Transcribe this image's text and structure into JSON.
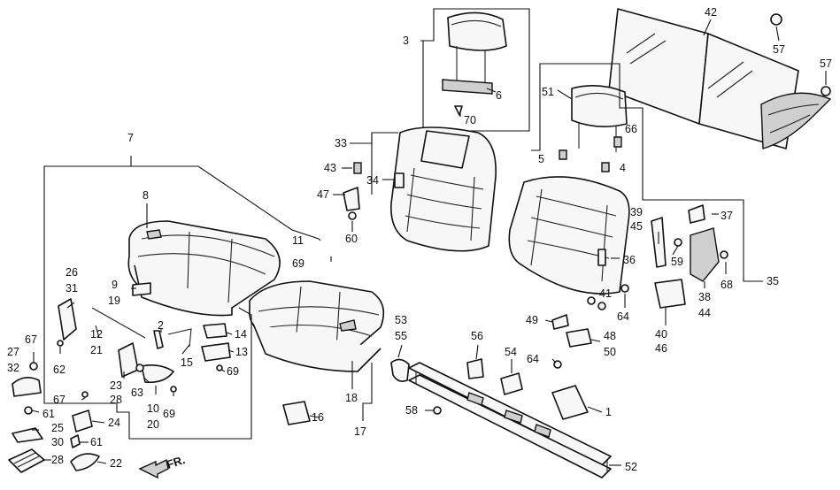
{
  "diagram": {
    "front_label": "FR.",
    "callouts": [
      {
        "id": "c3",
        "text": "3"
      },
      {
        "id": "c6",
        "text": "6"
      },
      {
        "id": "c70",
        "text": "70"
      },
      {
        "id": "c42",
        "text": "42"
      },
      {
        "id": "c57a",
        "text": "57"
      },
      {
        "id": "c57b",
        "text": "57"
      },
      {
        "id": "c51",
        "text": "51"
      },
      {
        "id": "c66",
        "text": "66"
      },
      {
        "id": "c5",
        "text": "5"
      },
      {
        "id": "c4",
        "text": "4"
      },
      {
        "id": "c33",
        "text": "33"
      },
      {
        "id": "c43",
        "text": "43"
      },
      {
        "id": "c34",
        "text": "34"
      },
      {
        "id": "c47",
        "text": "47"
      },
      {
        "id": "c60",
        "text": "60"
      },
      {
        "id": "c7",
        "text": "7"
      },
      {
        "id": "c8",
        "text": "8"
      },
      {
        "id": "c11",
        "text": "11"
      },
      {
        "id": "c69a",
        "text": "69"
      },
      {
        "id": "c39",
        "text": "39"
      },
      {
        "id": "c45",
        "text": "45"
      },
      {
        "id": "c37",
        "text": "37"
      },
      {
        "id": "c59",
        "text": "59"
      },
      {
        "id": "c36",
        "text": "36"
      },
      {
        "id": "c41",
        "text": "41"
      },
      {
        "id": "c64a",
        "text": "64"
      },
      {
        "id": "c68",
        "text": "68"
      },
      {
        "id": "c38",
        "text": "38"
      },
      {
        "id": "c44",
        "text": "44"
      },
      {
        "id": "c35",
        "text": "35"
      },
      {
        "id": "c40",
        "text": "40"
      },
      {
        "id": "c46",
        "text": "46"
      },
      {
        "id": "c26",
        "text": "26"
      },
      {
        "id": "c31",
        "text": "31"
      },
      {
        "id": "c9",
        "text": "9"
      },
      {
        "id": "c19",
        "text": "19"
      },
      {
        "id": "c12",
        "text": "12"
      },
      {
        "id": "c21",
        "text": "21"
      },
      {
        "id": "c2",
        "text": "2"
      },
      {
        "id": "c14",
        "text": "14"
      },
      {
        "id": "c13",
        "text": "13"
      },
      {
        "id": "c15",
        "text": "15"
      },
      {
        "id": "c69b",
        "text": "69"
      },
      {
        "id": "c27",
        "text": "27"
      },
      {
        "id": "c67a",
        "text": "67"
      },
      {
        "id": "c32",
        "text": "32"
      },
      {
        "id": "c62",
        "text": "62"
      },
      {
        "id": "c23",
        "text": "23"
      },
      {
        "id": "c28a",
        "text": "28"
      },
      {
        "id": "c63",
        "text": "63"
      },
      {
        "id": "c10",
        "text": "10"
      },
      {
        "id": "c20",
        "text": "20"
      },
      {
        "id": "c69c",
        "text": "69"
      },
      {
        "id": "c67b",
        "text": "67"
      },
      {
        "id": "c61a",
        "text": "61"
      },
      {
        "id": "c25",
        "text": "25"
      },
      {
        "id": "c30",
        "text": "30"
      },
      {
        "id": "c61b",
        "text": "61"
      },
      {
        "id": "c24",
        "text": "24"
      },
      {
        "id": "c28b",
        "text": "28"
      },
      {
        "id": "c22",
        "text": "22"
      },
      {
        "id": "c16",
        "text": "16"
      },
      {
        "id": "c18",
        "text": "18"
      },
      {
        "id": "c17",
        "text": "17"
      },
      {
        "id": "c53",
        "text": "53"
      },
      {
        "id": "c55",
        "text": "55"
      },
      {
        "id": "c56",
        "text": "56"
      },
      {
        "id": "c54",
        "text": "54"
      },
      {
        "id": "c49",
        "text": "49"
      },
      {
        "id": "c48",
        "text": "48"
      },
      {
        "id": "c50",
        "text": "50"
      },
      {
        "id": "c64b",
        "text": "64"
      },
      {
        "id": "c58",
        "text": "58"
      },
      {
        "id": "c1",
        "text": "1"
      },
      {
        "id": "c52",
        "text": "52"
      }
    ]
  }
}
